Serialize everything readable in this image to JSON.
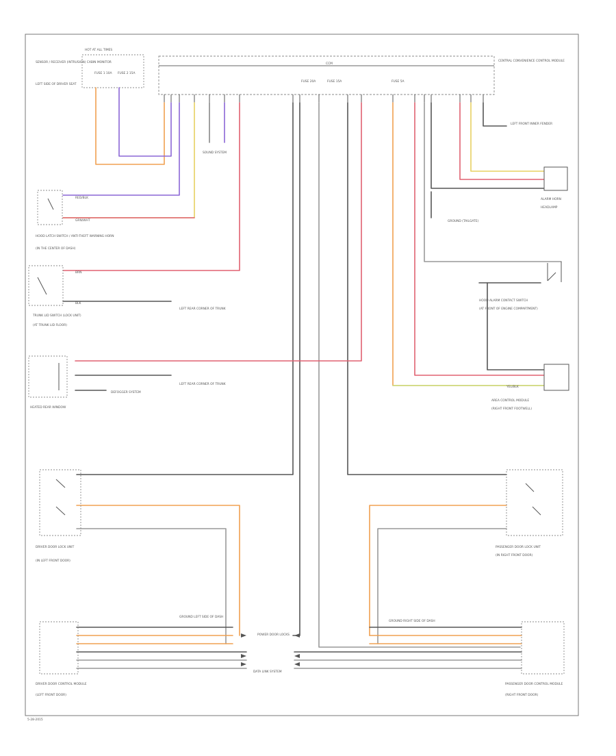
{
  "palette": {
    "black": "#555555",
    "grey": "#999999",
    "red": "#e06070",
    "orange": "#f0a050",
    "violet": "#8a66d6",
    "yellow": "#e8d060",
    "ltgreen": "#c8e080",
    "border": "#888888"
  },
  "labels": {
    "fuse_box": "HOT AT ALL TIMES",
    "ccm_title": "CENTRAL CONVENIENCE CONTROL MODULE",
    "ccm_bus": "CCM",
    "defect_sensor": "SENSOR / RECEIVER (INTRUSION) CABIN MONITOR",
    "defect_sensor_loc": "LEFT SIDE OF DRIVER SEAT",
    "interior_ground": "GROUND (TAILGATE)",
    "hood_switch": "HOOD LATCH SWITCH / ANTI-THEFT WARNING HORN",
    "hood_switch_loc": "(IN THE CENTER OF DASH)",
    "trunk_switch": "TRUNK LID SWITCH (LOCK UNIT)",
    "trunk_switch_loc": "(AT TRUNK LID FLOOR)",
    "trunk_ground": "LEFT REAR CORNER OF TRUNK",
    "heater_element": "HEATED REAR WINDOW",
    "heater_ground": "LEFT REAR CORNER OF TRUNK",
    "defogger": "DEFOGGER SYSTEM",
    "horn": "ALARM HORN",
    "horn_loc": "HEADLAMP",
    "sound_system": "SOUND SYSTEM",
    "hood_contact": "HOOD ALARM CONTACT SWITCH",
    "hood_contact_loc": "(AT FRONT OF ENGINE COMPARTMENT)",
    "alarm_horn_ground": "LEFT FRONT INNER FENDER",
    "area_control": "AREA CONTROL MODULE",
    "area_control_loc": "(RIGHT FRONT FOOTWELL)",
    "lh_door_switch": "DRIVER DOOR LOCK UNIT",
    "lh_door_switch_loc": "(IN LEFT FRONT DOOR)",
    "rh_door_switch": "PASSENGER DOOR LOCK UNIT",
    "rh_door_switch_loc": "(IN RIGHT FRONT DOOR)",
    "lh_window_module": "DRIVER DOOR CONTROL MODULE",
    "lh_window_module_loc": "(LEFT FRONT DOOR)",
    "rh_window_module": "PASSENGER DOOR CONTROL MODULE",
    "rh_window_module_loc": "(RIGHT FRONT DOOR)",
    "lh_splice": "GROUND LEFT SIDE OF DASH",
    "rh_splice": "GROUND RIGHT SIDE OF DASH",
    "power_lock": "POWER DOOR LOCKS",
    "central_splice": "DATA LINK SYSTEM",
    "fuse_a": "FUSE 1 10A",
    "fuse_b": "FUSE 2 15A",
    "fuse_c": "FUSE 20A",
    "fuse_d": "FUSE 15A",
    "fuse_e": "FUSE 5A",
    "wire_blk": "BLK",
    "wire_grn": "GRN/WHT",
    "wire_red": "RED/BLK",
    "wire_brn": "BRN",
    "wire_ylw": "YEL/BLK",
    "figure_id": "5-28-2015"
  }
}
